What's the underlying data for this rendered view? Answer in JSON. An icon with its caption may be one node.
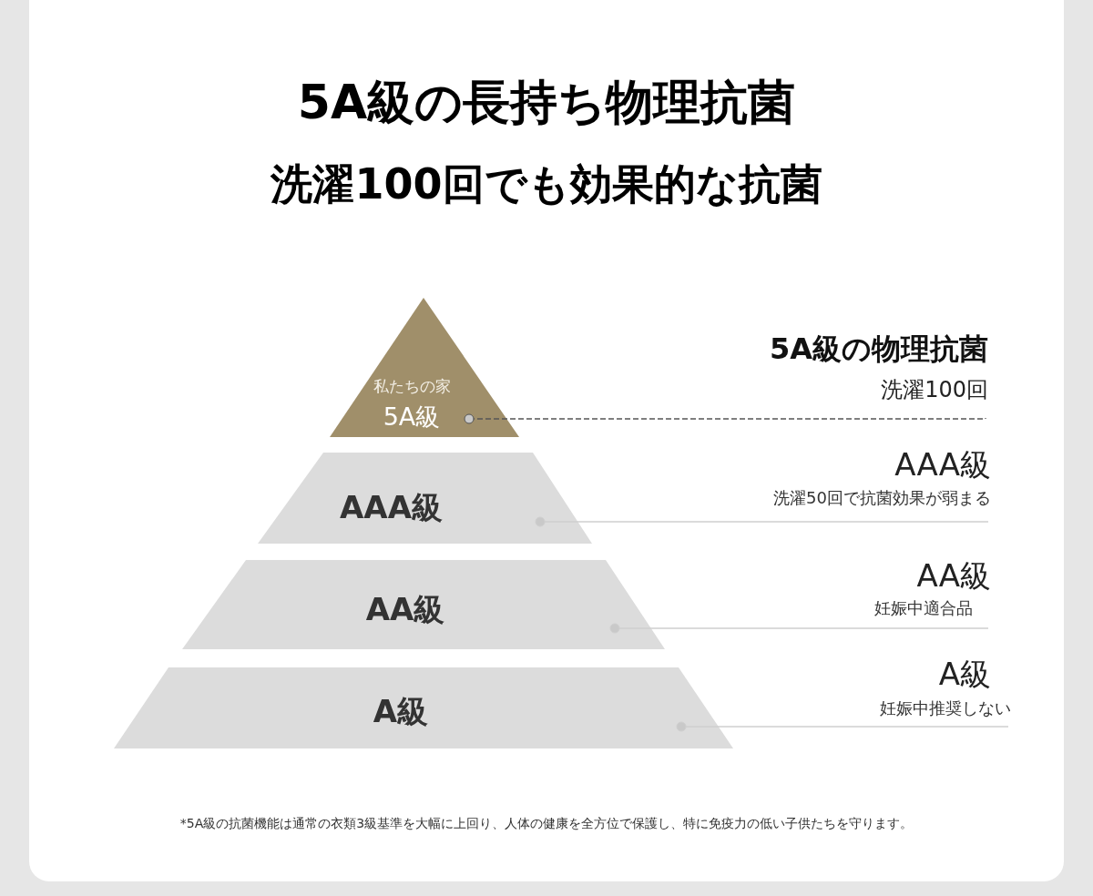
{
  "diagram": {
    "title": "5A級の長持ち物理抗菌",
    "caption": "*5A級の抗菌機能は通常の衣類3級基準を大幅に上回り、人体の健康を全方位で保護し、特に免疫力の低い子供たちを守ります。",
    "nodes": [
      {
        "text": [
          "私たちの家",
          "5A級"
        ]
      },
      {
        "text": [
          "AAA級"
        ]
      },
      {
        "text": [
          "AA級"
        ]
      },
      {
        "text": [
          "A級"
        ]
      },
      {
        "text": [
          "5A級の物理抗菌",
          "洗濯100回"
        ]
      },
      {
        "text": [
          "AAA級",
          "洗濯50回で抗菌効果が弱まる"
        ]
      },
      {
        "text": [
          "AA級",
          "妊娠中適合品"
        ]
      },
      {
        "text": [
          "A級",
          "妊娠中推奨しない"
        ]
      }
    ],
    "edges": [
      {
        "from": 0,
        "to": 4,
        "arrow": "other",
        "style": "dashed",
        "color": "#555555"
      },
      {
        "from": 1,
        "to": 5,
        "arrow": "other"
      },
      {
        "from": 2,
        "to": 6,
        "arrow": "other"
      },
      {
        "from": 3,
        "to": 7,
        "arrow": "other"
      }
    ],
    "labels": [
      "洗濯100回でも効果的な抗菌"
    ]
  }
}
